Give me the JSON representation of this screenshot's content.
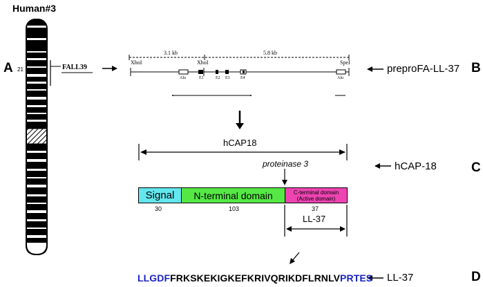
{
  "chromosome": {
    "title": "Human#3",
    "band": "21",
    "gene": "FALL39"
  },
  "panels": {
    "a": "A",
    "b": "B",
    "c": "C",
    "d": "D"
  },
  "gene_map": {
    "left_site": "XhoI",
    "mid_site": "XhoI",
    "right_site": "SpeI",
    "dist_left": "3.1 kb",
    "dist_right": "5.8 kb",
    "elements": [
      "Alu",
      "E1",
      "E2",
      "E3",
      "E4",
      "Alu"
    ],
    "label": "preproFA-LL-37"
  },
  "protein": {
    "name": "hCAP18",
    "label": "hCAP-18",
    "enzyme": "proteinase 3",
    "segments": [
      {
        "name": "Signal",
        "length": "30",
        "color": "#63e6ee"
      },
      {
        "name": "N-terminal domain",
        "length": "103",
        "color": "#55e845"
      },
      {
        "name": "C-terminal domain",
        "sub": "(Active domain)",
        "length": "37",
        "color": "#ee44b2"
      }
    ],
    "peptide": "LL-37"
  },
  "sequence": {
    "start": "LLGDF",
    "middle": "FRKSKEKIGKEFKRIVQRIKDFLRNLV",
    "end": "PRTES",
    "label": "LL-37",
    "start_color": "#1a23c4",
    "end_color": "#1a23c4"
  }
}
